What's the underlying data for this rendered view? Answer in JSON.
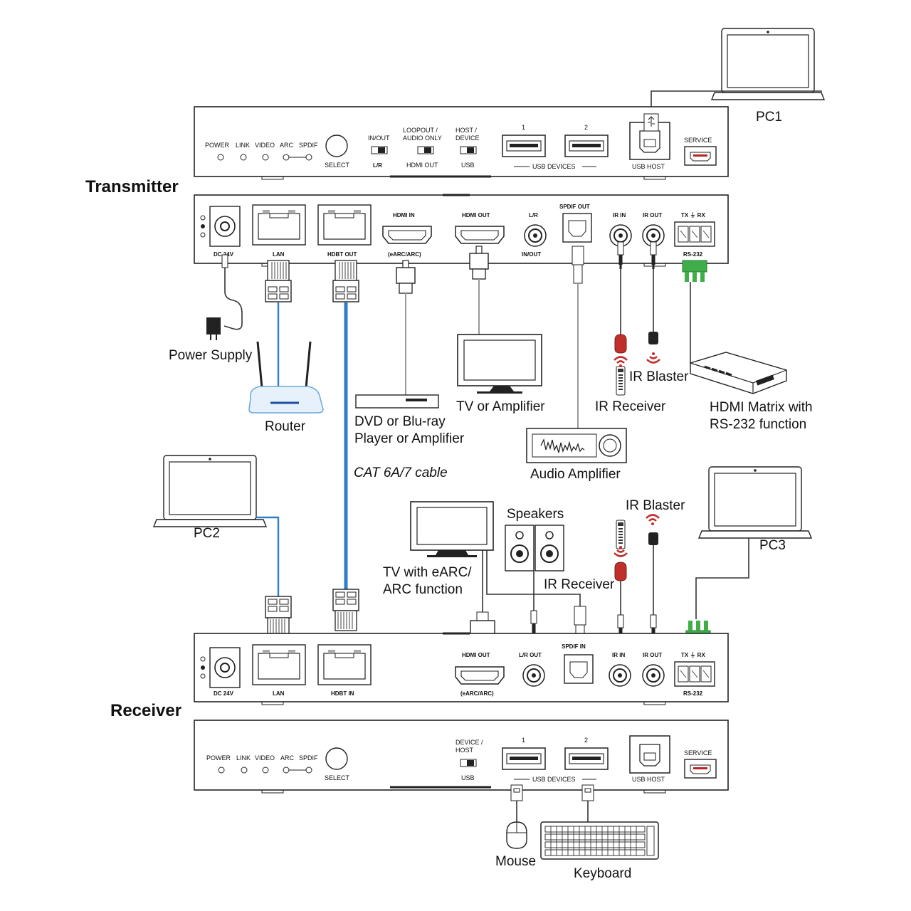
{
  "transmitter": {
    "title": "Transmitter",
    "front": {
      "leds": [
        "POWER",
        "LINK",
        "VIDEO",
        "ARC",
        "SPDIF"
      ],
      "select": "SELECT",
      "switches": [
        {
          "top": "IN/OUT",
          "bottom": "L/R"
        },
        {
          "top1": "LOOPOUT /",
          "top2": "AUDIO ONLY",
          "bottom": "HDMI OUT"
        },
        {
          "top1": "HOST /",
          "top2": "DEVICE",
          "bottom": "USB"
        }
      ],
      "usb_numbers": [
        "1",
        "2"
      ],
      "usb_devices": "USB DEVICES",
      "usb_host": "USB HOST",
      "service": "SERVICE"
    },
    "rear": {
      "dc": "DC 24V",
      "lan": "LAN",
      "hdbt": "HDBT OUT",
      "hdmi_in": "HDMI IN",
      "hdmi_in_sub": "(eARC/ARC)",
      "hdmi_out": "HDMI OUT",
      "lr": "L/R",
      "lr_sub": "IN/OUT",
      "spdif_out": "SPDIF OUT",
      "ir_in": "IR IN",
      "ir_out": "IR OUT",
      "txrx": "TX ⏚ RX",
      "rs232": "RS-232"
    }
  },
  "receiver": {
    "title": "Receiver",
    "rear": {
      "dc": "DC 24V",
      "lan": "LAN",
      "hdbt": "HDBT IN",
      "hdmi_out": "HDMI OUT",
      "hdmi_out_sub": "(eARC/ARC)",
      "lr_out": "L/R OUT",
      "spdif_in": "SPDIF IN",
      "ir_in": "IR IN",
      "ir_out": "IR OUT",
      "txrx": "TX ⏚ RX",
      "rs232": "RS-232"
    },
    "front": {
      "leds": [
        "POWER",
        "LINK",
        "VIDEO",
        "ARC",
        "SPDIF"
      ],
      "select": "SELECT",
      "switch_top1": "DEVICE /",
      "switch_top2": "HOST",
      "switch_bottom": "USB",
      "usb_numbers": [
        "1",
        "2"
      ],
      "usb_devices": "USB DEVICES",
      "usb_host": "USB HOST",
      "service": "SERVICE"
    }
  },
  "devices": {
    "pc1": "PC1",
    "pc2": "PC2",
    "pc3": "PC3",
    "power_supply": "Power Supply",
    "router": "Router",
    "dvd1": "DVD or Blu-ray",
    "dvd2": "Player or Amplifier",
    "tv_amp": "TV or Amplifier",
    "ir_blaster_top": "IR Blaster",
    "ir_receiver_top": "IR Receiver",
    "matrix1": "HDMI Matrix with",
    "matrix2": "RS-232 function",
    "audio_amp": "Audio Amplifier",
    "cable": "CAT 6A/7 cable",
    "speakers": "Speakers",
    "ir_blaster_bottom": "IR Blaster",
    "tv_earc1": "TV with eARC/",
    "tv_earc2": "ARC function",
    "ir_receiver_bottom": "IR Receiver",
    "mouse": "Mouse",
    "keyboard": "Keyboard"
  },
  "colors": {
    "network_cable": "#2f7fc8",
    "terminal_block": "#3fae49",
    "ir_red": "#c0302a"
  }
}
